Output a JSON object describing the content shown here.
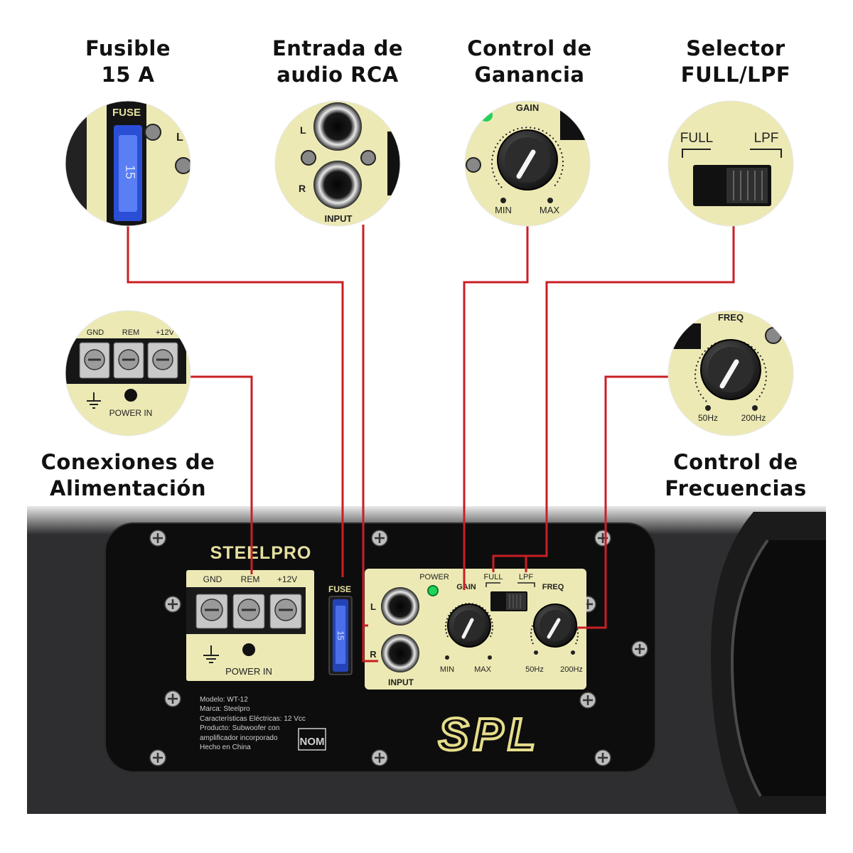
{
  "callouts": {
    "fuse": {
      "line1": "Fusible",
      "line2": "15 A"
    },
    "rca": {
      "line1": "Entrada de",
      "line2": "audio RCA"
    },
    "gain": {
      "line1": "Control de",
      "line2": "Ganancia"
    },
    "selector": {
      "line1": "Selector",
      "line2": "FULL/LPF"
    },
    "power": {
      "line1": "Conexiones de",
      "line2": "Alimentación"
    },
    "freq": {
      "line1": "Control de",
      "line2": "Frecuencias"
    }
  },
  "panel": {
    "brand": "STEELPRO",
    "terminals": {
      "gnd": "GND",
      "rem": "REM",
      "plus12": "+12V",
      "power_in": "POWER IN"
    },
    "fuse_label": "FUSE",
    "fuse_value": "15",
    "rca": {
      "left": "L",
      "right": "R",
      "input": "INPUT"
    },
    "power_led": "POWER",
    "gain": {
      "label": "GAIN",
      "min": "MIN",
      "max": "MAX"
    },
    "switch": {
      "full": "FULL",
      "lpf": "LPF"
    },
    "freq": {
      "label": "FREQ",
      "low": "50Hz",
      "high": "200Hz"
    },
    "specs": [
      "Modelo: WT-12",
      "Marca: Steelpro",
      "Características Eléctricas: 12 Vcc",
      "Producto: Subwoofer con",
      "amplificador incorporado",
      "Hecho en China"
    ],
    "nom": "NOM",
    "logo": "SPL"
  },
  "colors": {
    "panel_cream": "#ece9b4",
    "gold": "#d8cf7c",
    "leader_red": "#c91f24",
    "carpet": "#2e2e30",
    "led_green": "#22d35a"
  }
}
